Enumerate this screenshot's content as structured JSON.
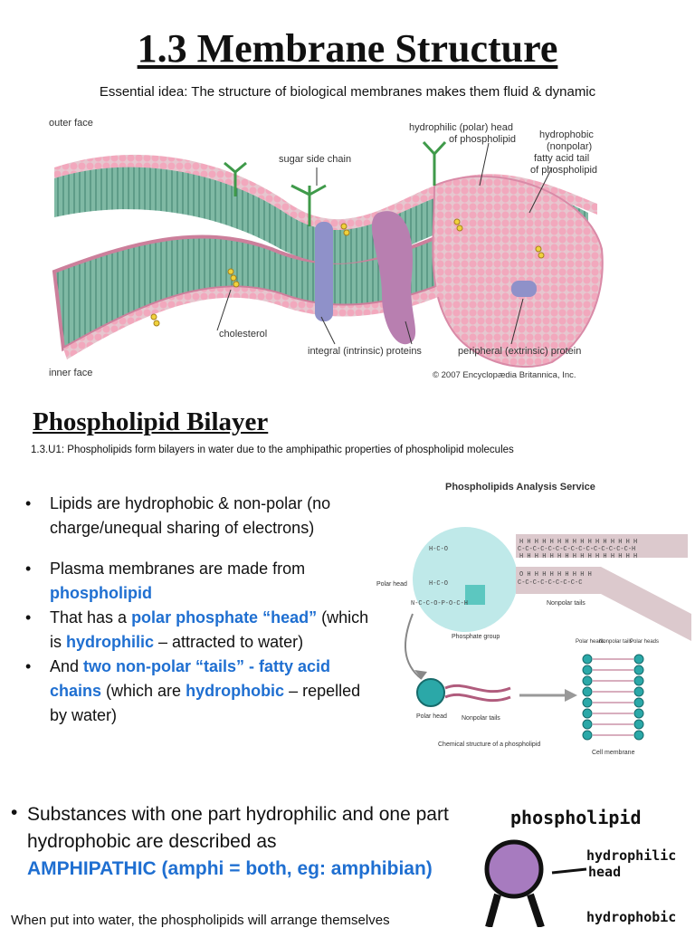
{
  "header": {
    "title": "1.3 Membrane Structure",
    "essential_idea": "Essential idea: The structure of biological membranes makes them fluid & dynamic"
  },
  "membrane_figure": {
    "labels": {
      "outer_face": "outer face",
      "inner_face": "inner face",
      "sugar_side_chain": "sugar side chain",
      "polar_head_1": "hydrophilic (polar) head",
      "polar_head_2": "of phospholipid",
      "tail_1": "hydrophobic",
      "tail_2": "(nonpolar)",
      "tail_3": "fatty acid tail",
      "tail_4": "of phospholipid",
      "cholesterol": "cholesterol",
      "integral": "integral (intrinsic) proteins",
      "peripheral": "peripheral (extrinsic) protein",
      "credit": "© 2007 Encyclopædia Britannica, Inc."
    }
  },
  "section": {
    "title": "Phospholipid Bilayer",
    "understanding": "1.3.U1: Phospholipids form bilayers in water due to the amphipathic properties of phospholipid molecules"
  },
  "bullets": {
    "b1": "Lipids are hydrophobic & non-polar (no charge/unequal sharing of electrons)",
    "b2_a": "Plasma membranes are made from ",
    "b2_b": "phospholipid",
    "b3_a": "That has a ",
    "b3_b": "polar phosphate “head”",
    "b3_c": " (which is ",
    "b3_d": "hydrophilic",
    "b3_e": " – attracted to water)",
    "b4_a": "And ",
    "b4_b": "two non-polar “tails” - fatty acid chains",
    "b4_c": " (which are ",
    "b4_d": "hydrophobic",
    "b4_e": " – repelled by water)"
  },
  "analysis_figure": {
    "title": "Phospholipids Analysis Service",
    "polar_head": "Polar head",
    "nonpolar_tails": "Nonpolar tails",
    "phosphate_group": "Phosphate group",
    "polar_head_2": "Polar head",
    "nonpolar_tails_2": "Nonpolar tails",
    "caption": "Chemical structure of a phospholipid",
    "polar_heads_l": "Polar heads",
    "nonpolar_tails_mid": "Nonpolar tails",
    "polar_heads_r": "Polar heads",
    "cell_membrane": "Cell membrane"
  },
  "amphipathic": {
    "line1": "Substances with one part hydrophilic and one part hydrophobic are described as",
    "line2": "AMPHIPATHIC (amphi = both, eg: amphibian)"
  },
  "drawing": {
    "title": "phospholipid",
    "hydrophilic_1": "hydrophilic",
    "hydrophilic_2": "head",
    "hydrophobic": "hydrophobic"
  },
  "footer_text": "When put into water, the phospholipids will arrange themselves"
}
